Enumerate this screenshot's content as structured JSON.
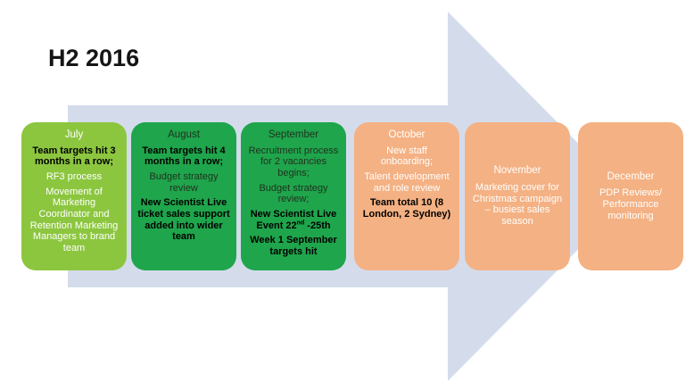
{
  "title": "H2 2016",
  "colors": {
    "arrow": "#D4DCEC",
    "light_green": "#8CC63F",
    "green": "#1FA54C",
    "peach": "#F4B183"
  },
  "cards": [
    {
      "month": "July",
      "items": [
        {
          "text": "Team targets hit 3 months in a row;"
        },
        {
          "text": "RF3 process"
        },
        {
          "text": "Movement of Marketing Coordinator and Retention Marketing Managers to brand team"
        }
      ]
    },
    {
      "month": "August",
      "items": [
        {
          "text": "Team targets hit 4 months in a row;"
        },
        {
          "text": "Budget strategy review"
        },
        {
          "text": "New Scientist Live ticket sales support added into wider team"
        }
      ]
    },
    {
      "month": "September",
      "items": [
        {
          "text": "Recruitment process for 2 vacancies begins;"
        },
        {
          "text": "Budget strategy review;"
        },
        {
          "parts": {
            "pre": "New Scientist Live Event 22",
            "sup": "nd",
            "post": " -25th"
          }
        },
        {
          "text": "Week 1 September targets hit"
        }
      ]
    },
    {
      "month": "October",
      "items": [
        {
          "text": "New staff onboarding;"
        },
        {
          "text": "Talent development and role review"
        },
        {
          "text": "Team total 10 (8 London, 2 Sydney)"
        }
      ]
    },
    {
      "month": "November",
      "items": [
        {
          "text": "Marketing cover for Christmas campaign – busiest sales season"
        }
      ]
    },
    {
      "month": "December",
      "items": [
        {
          "text": "PDP Reviews/ Performance monitoring"
        }
      ]
    }
  ]
}
